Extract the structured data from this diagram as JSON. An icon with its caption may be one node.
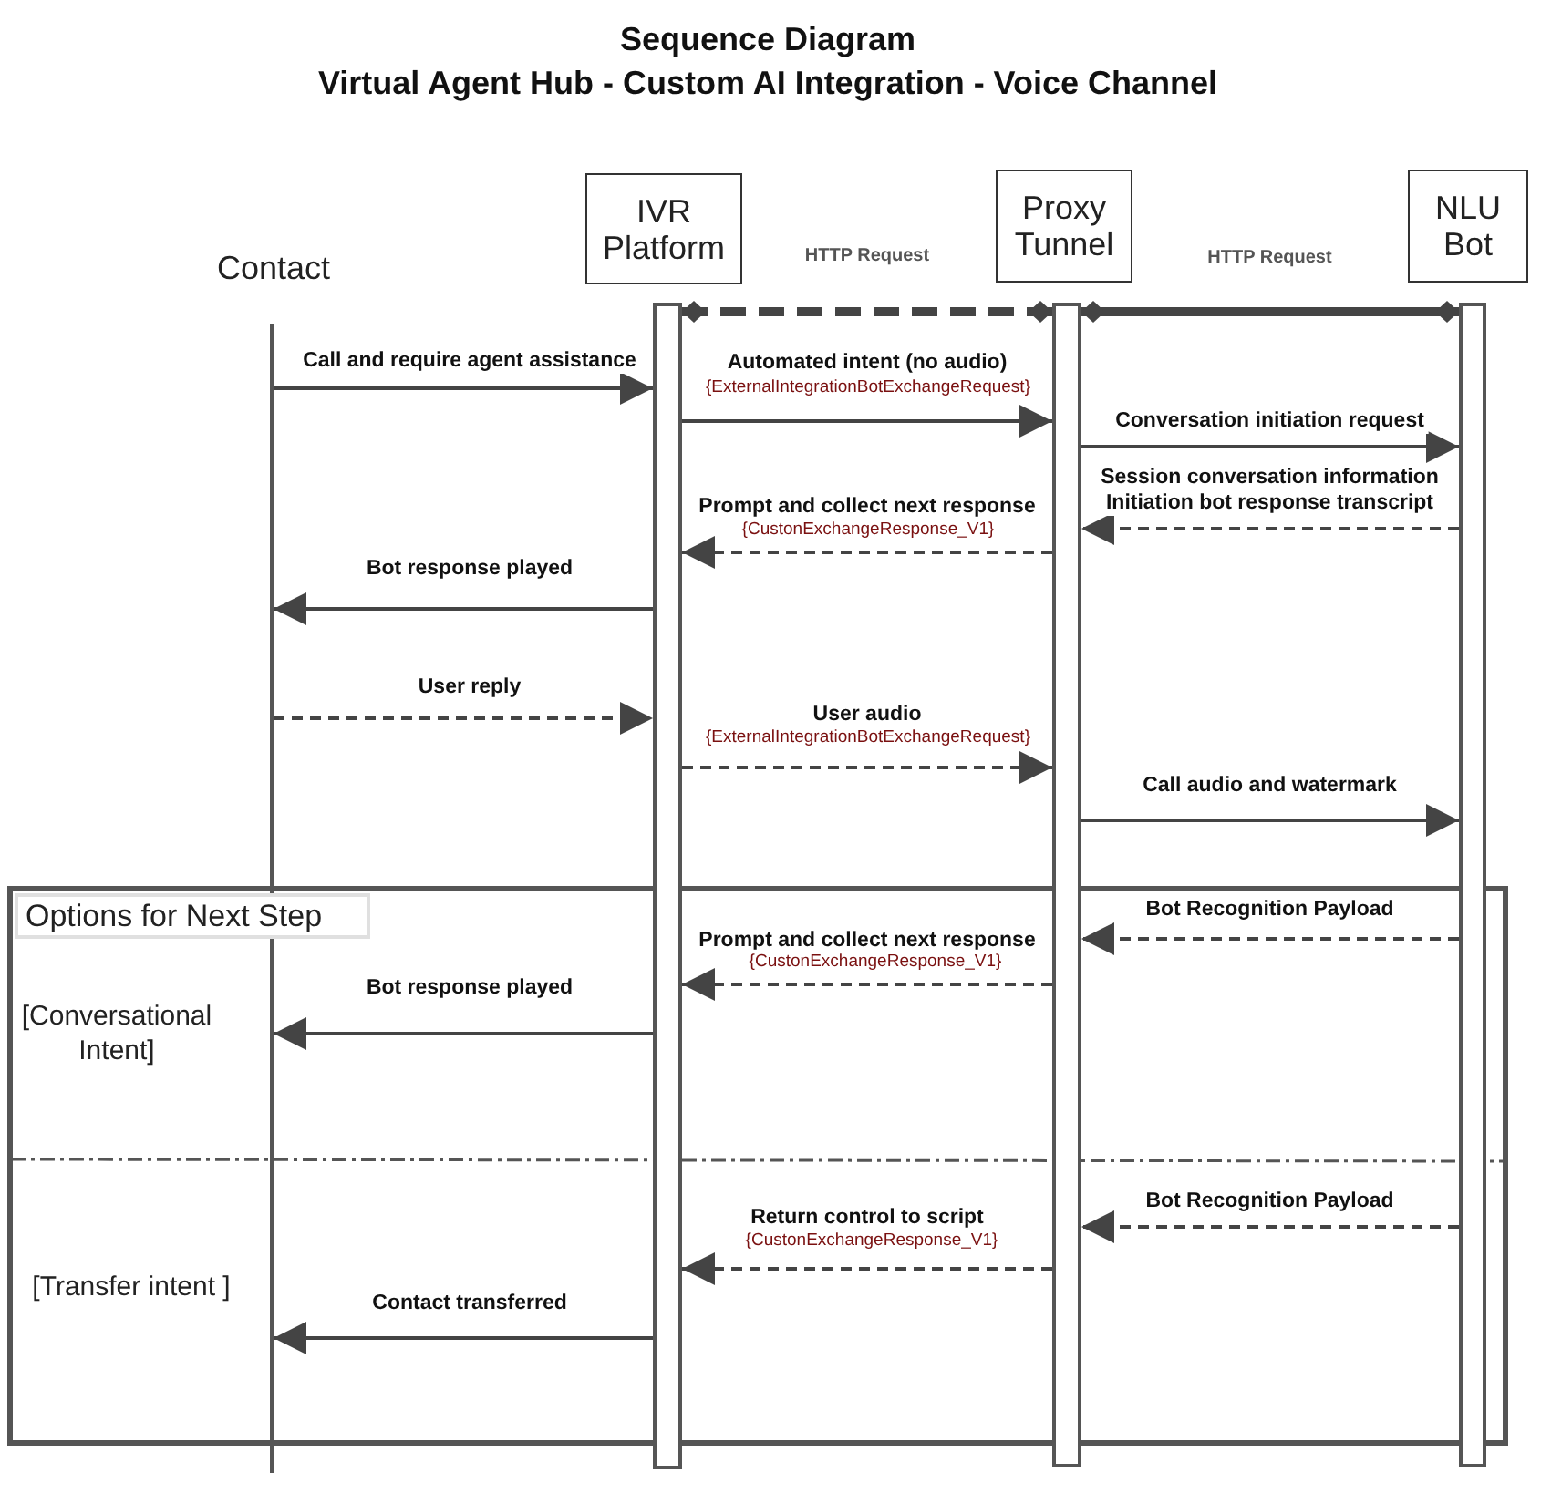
{
  "diagram": {
    "title": "Sequence Diagram",
    "nodes": [
      {
        "text": [
          "Contact"
        ]
      },
      {
        "text": [
          "IVR Platform"
        ]
      },
      {
        "text": [
          "Proxy Tunnel"
        ]
      },
      {
        "text": [
          "NLU Bot"
        ]
      },
      {
        "text": [],
        "shape": "bar"
      },
      {
        "text": [],
        "shape": "bar"
      },
      {
        "text": [],
        "shape": "bar"
      },
      {
        "text": [],
        "shape": "bar"
      },
      {
        "text": [
          "Options for Next Step"
        ]
      }
    ],
    "edges": [
      {
        "from": 5,
        "to": 6,
        "arrow": "other",
        "label": "HTTP Request",
        "style": "dashed"
      },
      {
        "from": 6,
        "to": 7,
        "arrow": "other",
        "label": "HTTP Request",
        "style": "thick"
      },
      {
        "from": 4,
        "to": 5,
        "arrow": "to",
        "label": "Call and require agent assistance"
      },
      {
        "from": 5,
        "to": 6,
        "arrow": "to",
        "label": "Automated intent (no audio)"
      },
      {
        "from": 6,
        "to": 7,
        "arrow": "to",
        "label": "Conversation initiation request"
      },
      {
        "from": 7,
        "to": 6,
        "arrow": "to",
        "label": "Session conversation information Initiation bot response transcript",
        "style": "dashed"
      },
      {
        "from": 6,
        "to": 5,
        "arrow": "to",
        "label": "Prompt and collect next response",
        "style": "dashed"
      },
      {
        "from": 5,
        "to": 4,
        "arrow": "to",
        "label": "Bot response played"
      },
      {
        "from": 4,
        "to": 5,
        "arrow": "to",
        "label": "User reply",
        "style": "dashed"
      },
      {
        "from": 5,
        "to": 6,
        "arrow": "to",
        "label": "User audio",
        "style": "dashed"
      },
      {
        "from": 6,
        "to": 7,
        "arrow": "to",
        "label": "Call audio and watermark"
      },
      {
        "from": 7,
        "to": 6,
        "arrow": "to",
        "label": "Bot Recognition Payload",
        "style": "dashed"
      },
      {
        "from": 6,
        "to": 5,
        "arrow": "to",
        "label": "Prompt and collect next response",
        "style": "dashed"
      },
      {
        "from": 5,
        "to": 4,
        "arrow": "to",
        "label": "Bot response played"
      },
      {
        "from": 7,
        "to": 6,
        "arrow": "to",
        "label": "Bot Recognition Payload",
        "style": "dashed"
      },
      {
        "from": 6,
        "to": 5,
        "arrow": "to",
        "label": "Return control to script",
        "style": "dashed"
      },
      {
        "from": 5,
        "to": 4,
        "arrow": "to",
        "label": "Contact transferred"
      }
    ],
    "labels": [
      "Virtual Agent Hub -  Custom AI Integration - Voice Channel",
      "{ExternalIntegrationBotExchangeRequest}",
      "{CustonExchangeResponse_V1}",
      "{ExternalIntegrationBotExchangeRequest}",
      "{CustonExchangeResponse_V1}",
      "[Conversational Intent]",
      "{CustonExchangeResponse_V1}",
      "[Transfer intent ]"
    ]
  }
}
